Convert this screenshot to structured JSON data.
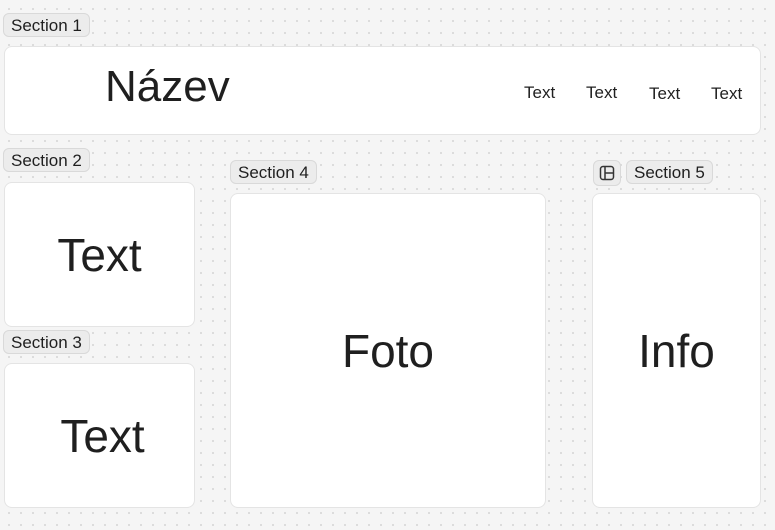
{
  "section1": {
    "label": "Section 1",
    "title": "Název",
    "nav": [
      "Text",
      "Text",
      "Text",
      "Text"
    ]
  },
  "section2": {
    "label": "Section 2",
    "content": "Text"
  },
  "section3": {
    "label": "Section 3",
    "content": "Text"
  },
  "section4": {
    "label": "Section 4",
    "content": "Foto"
  },
  "section5": {
    "label": "Section 5",
    "content": "Info",
    "icon": "layout-icon"
  }
}
